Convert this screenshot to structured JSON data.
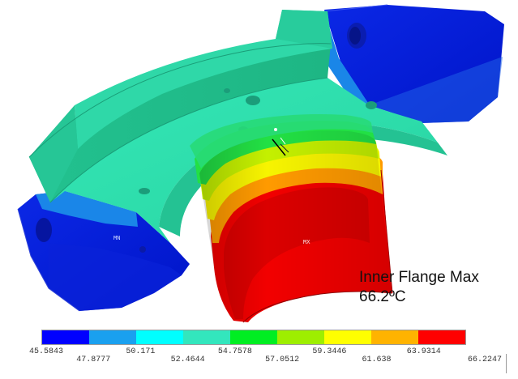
{
  "annotation": {
    "line1": "Inner Flange Max",
    "line2": "66.2ºC"
  },
  "model_labels": {
    "min_marker": "MN",
    "max_marker": "MX"
  },
  "legend": {
    "colors": [
      "#0000ff",
      "#1aa0ef",
      "#00ffff",
      "#33e6bd",
      "#00ee22",
      "#9eee00",
      "#ffff00",
      "#ffb300",
      "#ff0000"
    ],
    "ticks": [
      "45.5843",
      "47.8777",
      "50.171",
      "52.4644",
      "54.7578",
      "57.0512",
      "59.3446",
      "61.638",
      "63.9314",
      "66.2247"
    ]
  }
}
